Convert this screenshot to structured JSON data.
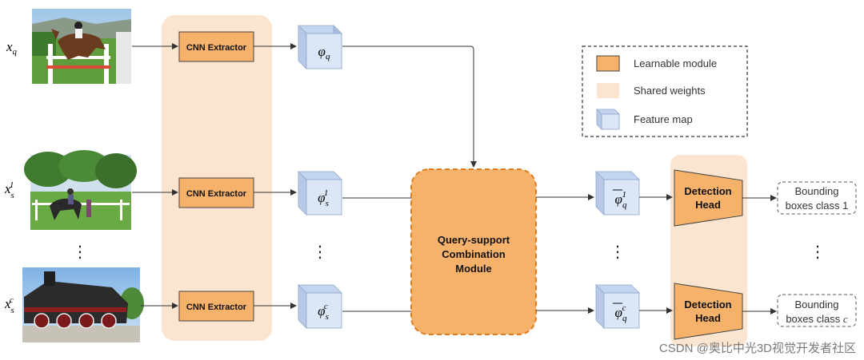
{
  "inputs": {
    "query_label": "x",
    "query_sub": "q",
    "support1_label": "x",
    "support1_sub": "s",
    "support1_sup": "1",
    "supportc_label": "x",
    "supportc_sub": "s",
    "supportc_sup": "c"
  },
  "extractor_label": "CNN Extractor",
  "features": {
    "phi": "φ",
    "query_sub": "q",
    "support_sub": "s",
    "sup1": "1",
    "supc": "c"
  },
  "combination_module": {
    "line1": "Query-support",
    "line2": "Combination",
    "line3": "Module"
  },
  "combined_features": {
    "phi_bar": "φ",
    "sub": "q",
    "sup1": "1",
    "supc": "c"
  },
  "detection_head": {
    "line1": "Detection",
    "line2": "Head"
  },
  "outputs": {
    "class1_line1": "Bounding",
    "class1_line2": "boxes class 1",
    "classc_line1": "Bounding",
    "classc_line2_prefix": "boxes class ",
    "classc_line2_var": "c"
  },
  "ellipsis": "⋮",
  "legend": {
    "learnable": "Learnable module",
    "shared": "Shared weights",
    "feature": "Feature map"
  },
  "watermark": "CSDN @奥比中光3D视觉开发者社区",
  "colors": {
    "learnable_fill": "#f6b26b",
    "learnable_stroke": "#d98a3a",
    "shared_fill": "#fbe5d0",
    "cube_front": "#dbe6f6",
    "cube_top": "#c3d4ee",
    "cube_side": "#a9bedf",
    "cube_stroke": "#8fa7cc"
  }
}
